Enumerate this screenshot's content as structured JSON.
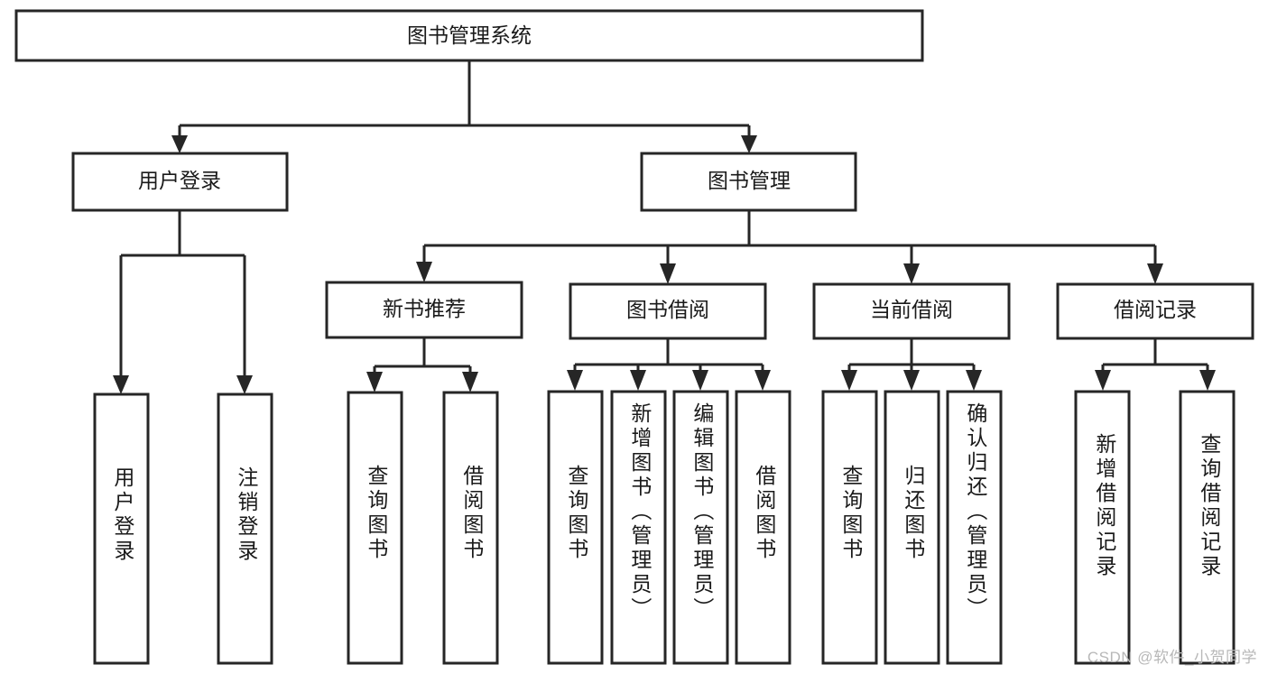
{
  "diagram": {
    "title": "图书管理系统",
    "type": "tree-hierarchy",
    "root": {
      "id": "root",
      "label": "图书管理系统"
    },
    "level1": [
      {
        "id": "user-login",
        "label": "用户登录"
      },
      {
        "id": "book-manage",
        "label": "图书管理"
      }
    ],
    "level2": [
      {
        "id": "new-book-recommend",
        "label": "新书推荐",
        "parent": "book-manage"
      },
      {
        "id": "book-borrow",
        "label": "图书借阅",
        "parent": "book-manage"
      },
      {
        "id": "current-borrow",
        "label": "当前借阅",
        "parent": "book-manage"
      },
      {
        "id": "borrow-record",
        "label": "借阅记录",
        "parent": "book-manage"
      }
    ],
    "leaves": {
      "user_login": [
        {
          "id": "leaf-user-login",
          "label": "用户登录"
        },
        {
          "id": "leaf-logout",
          "label": "注销登录"
        }
      ],
      "new_book_recommend": [
        {
          "id": "leaf-query-book-1",
          "label": "查询图书"
        },
        {
          "id": "leaf-borrow-book-1",
          "label": "借阅图书"
        }
      ],
      "book_borrow": [
        {
          "id": "leaf-query-book-2",
          "label": "查询图书"
        },
        {
          "id": "leaf-add-book",
          "label": "新增图书（管理员）"
        },
        {
          "id": "leaf-edit-book",
          "label": "编辑图书（管理员）"
        },
        {
          "id": "leaf-borrow-book-2",
          "label": "借阅图书"
        }
      ],
      "current_borrow": [
        {
          "id": "leaf-query-book-3",
          "label": "查询图书"
        },
        {
          "id": "leaf-return-book",
          "label": "归还图书"
        },
        {
          "id": "leaf-confirm-return",
          "label": "确认归还（管理员）"
        }
      ],
      "borrow_record": [
        {
          "id": "leaf-add-record",
          "label": "新增借阅记录"
        },
        {
          "id": "leaf-query-record",
          "label": "查询借阅记录"
        }
      ]
    }
  },
  "watermark": {
    "text": "CSDN @软件_小贺同学"
  },
  "colors": {
    "stroke": "#262626",
    "fill": "#ffffff",
    "text": "#1a1a1a",
    "watermark": "#b8b8b8"
  }
}
